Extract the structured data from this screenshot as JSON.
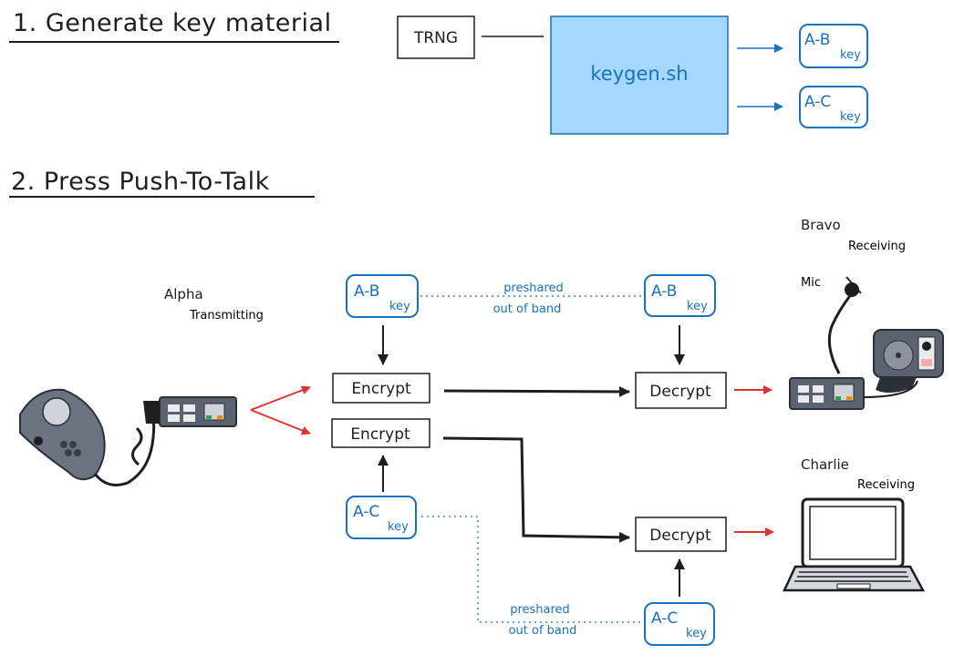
{
  "section1": {
    "title": "1. Generate key material"
  },
  "section2": {
    "title": "2. Press Push-To-Talk"
  },
  "trng": {
    "label": "TRNG"
  },
  "keygen": {
    "label": "keygen.sh"
  },
  "keys": {
    "ab": {
      "main": "A-B",
      "sub": "key"
    },
    "ac": {
      "main": "A-C",
      "sub": "key"
    }
  },
  "stations": {
    "alpha": {
      "name": "Alpha",
      "status": "Transmitting"
    },
    "bravo": {
      "name": "Bravo",
      "status": "Receiving",
      "mic": "Mic"
    },
    "charlie": {
      "name": "Charlie",
      "status": "Receiving"
    }
  },
  "ops": {
    "encrypt": "Encrypt",
    "decrypt": "Decrypt"
  },
  "link": {
    "line1": "preshared",
    "line2": "out of band"
  },
  "colors": {
    "blue": "#1971c2",
    "light_blue": "#a5d8ff",
    "red": "#e03131",
    "device_gray": "#5c6370"
  }
}
